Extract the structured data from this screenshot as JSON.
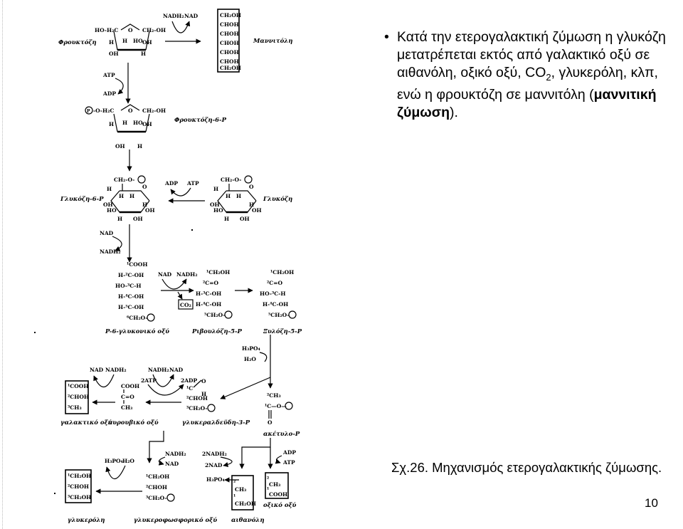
{
  "slide": {
    "bullet": {
      "marker": "•",
      "text_plain": "Κατά την ετερογαλακτική ζύμωση η γλυκόζη μετατρέπεται εκτός από γαλακτικό οξύ σε αιθανόλη, οξικό οξύ, CO",
      "subscript": "2",
      "text_after": ", γλυκερόλη, κλπ, ενώ η φρουκτόζη σε μαννιτόλη (",
      "text_bold": "μαννιτική ζύμωση",
      "text_end": ")."
    },
    "caption": "Σχ.26. Μηχανισμός ετερογαλακτικής ζύμωσης.",
    "page_number": "10"
  },
  "diagram": {
    "labels": {
      "fructose": "Φρουκτόζη",
      "mannitol": "Μαννιτόλη",
      "fructose_6p": "Φρουκτόζη-6-P",
      "glucose_6p": "Γλυκόζη-6-P",
      "glucose": "Γλυκόζη",
      "gluconate_6p": "P-6-γλυκονικό οξύ",
      "ribulose_5p": "Ριβουλόζη-5-P",
      "xylulose_5p": "Ξυλόζη-5-P",
      "lactate": "γαλακτικό οξύ",
      "pyruvate": "πυρουβικό οξύ",
      "glyceraldehyde_3p": "γλυκεραλδεϋδη-3-P",
      "acetyl_p": "ακέτυλο-P",
      "glycerol": "γλυκερόλη",
      "glycerophosphate": "γλυκεροφωσφορικό οξύ",
      "ethanol": "αιθανόλη",
      "acetate": "οξικό οξύ"
    },
    "cofactors": {
      "nadh2": "NADH₂",
      "nad": "NAD",
      "atp": "ATP",
      "adp": "ADP",
      "co2": "CO₂",
      "h3po4": "H₃PO₄",
      "h2o": "H₂O",
      "two_atp": "2ATP",
      "two_adp": "2ADP",
      "two_nadh2": "2NADH₂",
      "two_nad": "2NAD",
      "p": "P"
    }
  }
}
